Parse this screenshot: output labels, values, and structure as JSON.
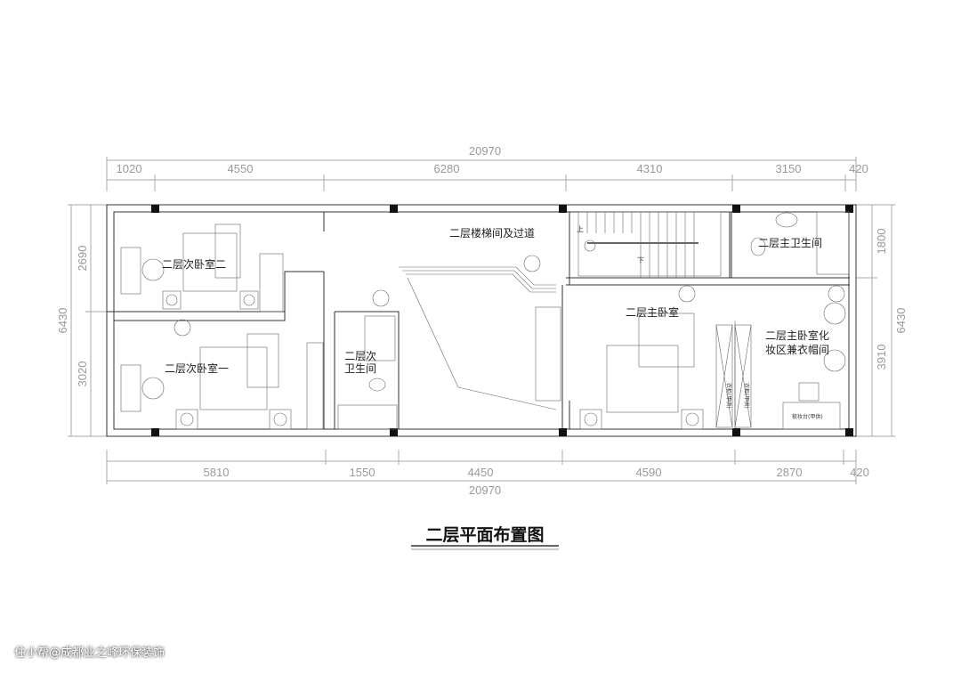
{
  "drawing_title": "二层平面布置图",
  "dimensions": {
    "top_total": "20970",
    "top": [
      "1020",
      "4550",
      "6280",
      "4310",
      "3150",
      "420"
    ],
    "bottom": [
      "5810",
      "1550",
      "4450",
      "4590",
      "2870",
      "420"
    ],
    "bottom_total": "20970",
    "left": [
      "2690",
      "3020"
    ],
    "left_total": "6430",
    "right": [
      "1800",
      "3910"
    ],
    "right_total": "6430"
  },
  "rooms": {
    "bedroom2": "二层次卧室二",
    "bedroom1": "二层次卧室一",
    "second_bath_line1": "二层次",
    "second_bath_line2": "卫生间",
    "stair_hall": "二层楼梯间及过道",
    "master_bath": "二层主卫生间",
    "master_bedroom": "二层主卧室",
    "dressing_line1": "二层主卧室化",
    "dressing_line2": "妆区兼衣帽间"
  },
  "stair_marks": {
    "up": "上",
    "down": "下"
  },
  "furniture_labels": {
    "wardrobe": "衣柜(甲供)",
    "dresser": "梳妆台(甲供)"
  },
  "watermark": "住小帮@成都业之峰环保装饰"
}
